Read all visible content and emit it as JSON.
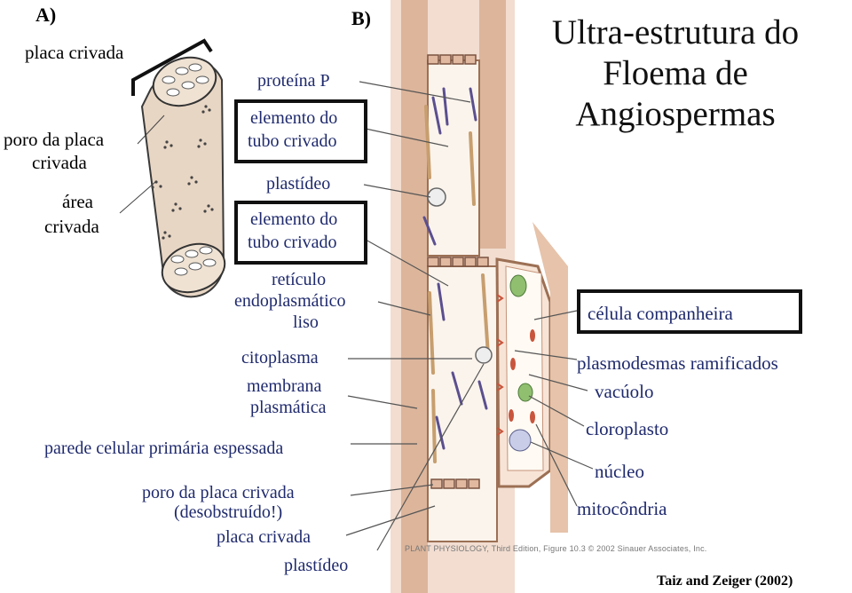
{
  "panel_a": {
    "tag": "A)",
    "labels": {
      "placa_crivada": "placa crivada",
      "poro_placa_line1": "poro da placa",
      "poro_placa_line2": "crivada",
      "area_line1": "área",
      "area_line2": "crivada"
    }
  },
  "panel_b": {
    "tag": "B)",
    "left_labels": {
      "proteina_p": "proteína P",
      "elemento1_line1": "elemento do",
      "elemento1_line2": "tubo crivado",
      "plastideo_top": "plastídeo",
      "elemento2_line1": "elemento do",
      "elemento2_line2": "tubo crivado",
      "reticulo_line1": "retículo",
      "reticulo_line2": "endoplasmático",
      "reticulo_line3": "liso",
      "citoplasma": "citoplasma",
      "membrana_line1": "membrana",
      "membrana_line2": "plasmática",
      "parede": "parede celular primária espessada",
      "poro_line1": "poro da placa crivada",
      "poro_line2": "(desobstruído!)",
      "placa_crivada": "placa crivada",
      "plastideo_bottom": "plastídeo"
    },
    "right_labels": {
      "celula_companheira": "célula companheira",
      "plasmodesmas": "plasmodesmas ramificados",
      "vacuolo": "vacúolo",
      "cloroplasto": "cloroplasto",
      "nucleo": "núcleo",
      "mitocondria": "mitocôndria"
    },
    "figure_caption": "PLANT PHYSIOLOGY, Third Edition, Figure 10.3 © 2002 Sinauer Associates, Inc."
  },
  "title": {
    "line1": "Ultra-estrutura do",
    "line2": "Floema de",
    "line3": "Angiospermas"
  },
  "credit": "Taiz and Zeiger  (2002)",
  "colors": {
    "label_text": "#1f2a6d",
    "cell_wall": "#d9b79a",
    "cell_wall_dark": "#9c7055",
    "sieve_tube": "#f4e6d8",
    "organelle_purple": "#5b4f8f",
    "chloroplast_green": "#8fbf6f",
    "mitochondria_red": "#c8553d"
  }
}
